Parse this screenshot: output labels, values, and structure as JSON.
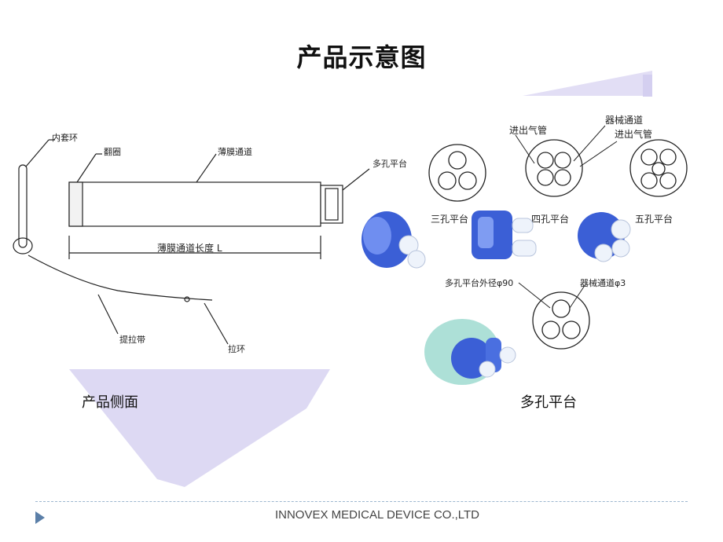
{
  "title": "产品示意图",
  "side_view": {
    "caption": "产品侧面",
    "labels": {
      "inner_ring": "内套环",
      "flange": "翻圈",
      "film_channel": "薄膜通道",
      "multi_platform": "多孔平台",
      "channel_length": "薄膜通道长度 L",
      "pull_strap": "提拉带",
      "pull_ring": "拉环"
    }
  },
  "platform_view": {
    "caption": "多孔平台",
    "labels": {
      "inlet_left": "进出气管",
      "instrument_channel": "器械通道",
      "inlet_right": "进出气管",
      "three_port": "三孔平台",
      "four_port": "四孔平台",
      "five_port": "五孔平台",
      "outer_diameter": "多孔平台外径φ90",
      "channel_diameter": "器械通道φ3"
    }
  },
  "footer": {
    "company": "INNOVEX MEDICAL DEVICE CO.,LTD"
  },
  "colors": {
    "accent_blue": "#3b5fd6",
    "deco_lavender": "#dcd8f2",
    "footer_arrow": "#5b7fa8"
  }
}
